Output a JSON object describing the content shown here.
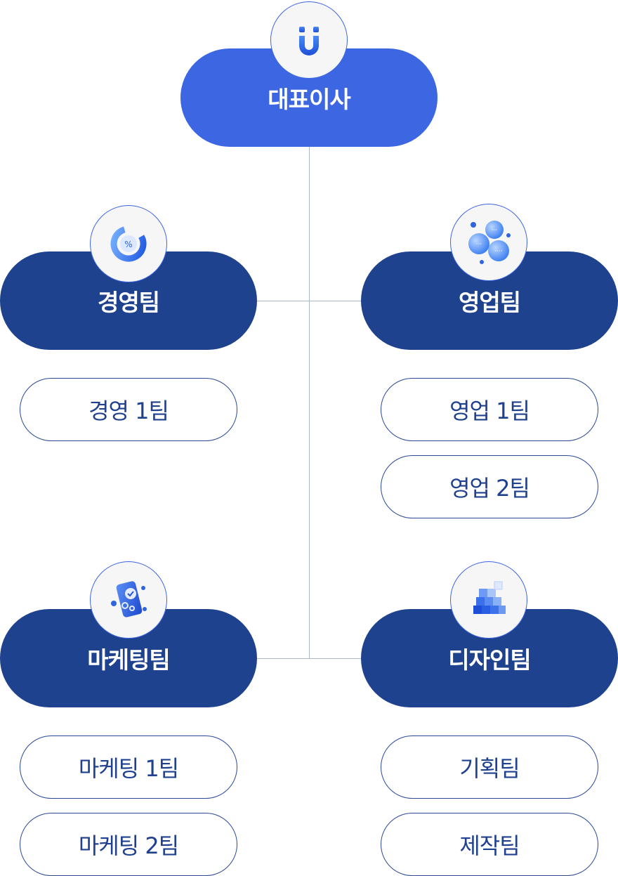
{
  "ceo": {
    "label": "대표이사",
    "icon": "u-logo-icon"
  },
  "teams": [
    {
      "label": "경영팀",
      "icon": "percent-dial-icon",
      "subs": [
        "경영 1팀"
      ]
    },
    {
      "label": "영업팀",
      "icon": "chat-bubbles-icon",
      "subs": [
        "영업 1팀",
        "영업 2팀"
      ]
    },
    {
      "label": "마케팅팀",
      "icon": "phone-gears-icon",
      "subs": [
        "마케팅 1팀",
        "마케팅 2팀"
      ]
    },
    {
      "label": "디자인팀",
      "icon": "blocks-icon",
      "subs": [
        "기획팀",
        "제작팀"
      ]
    }
  ],
  "colors": {
    "ceo": "#3d66e3",
    "team": "#1e428e",
    "sub_border": "#2a4a96",
    "sub_text": "#20418f",
    "connector": "#a9b8cf"
  }
}
